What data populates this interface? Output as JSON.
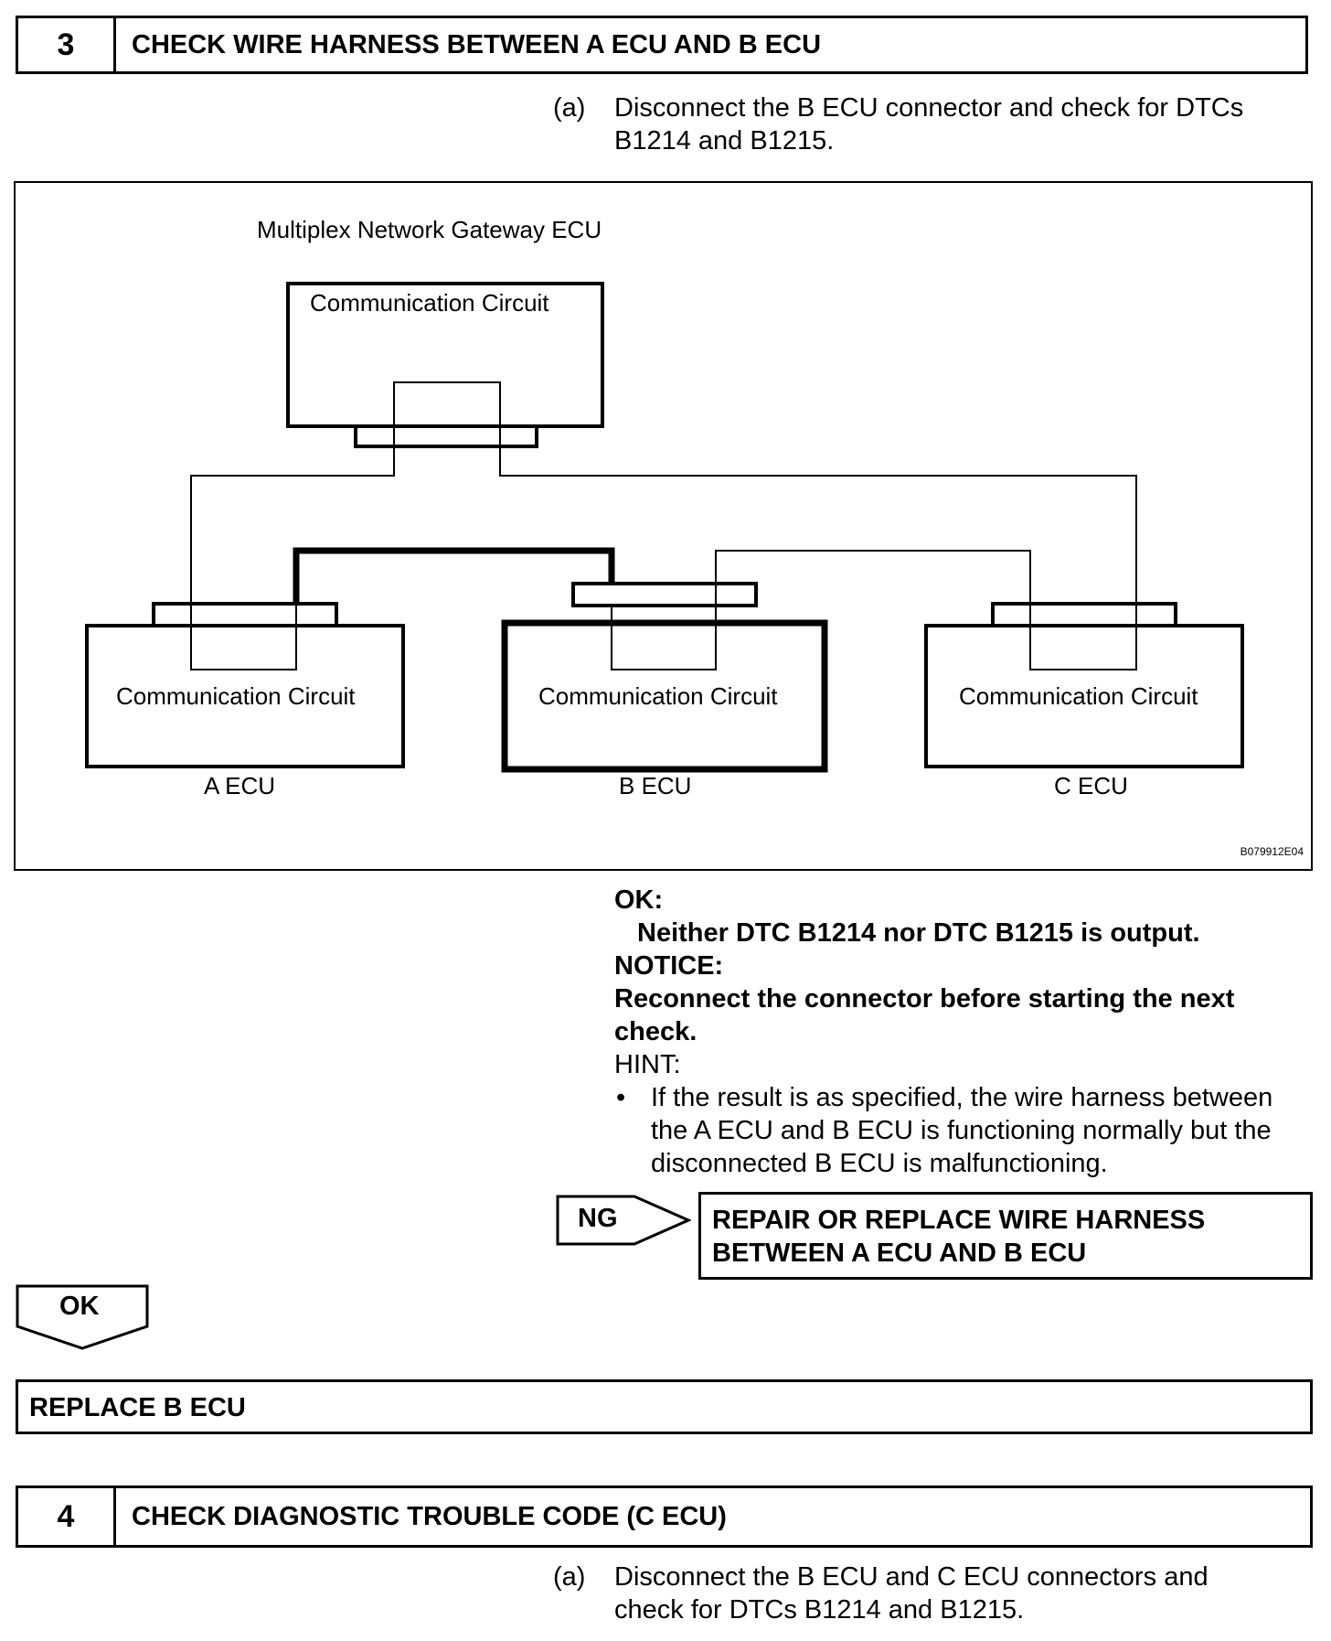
{
  "step3": {
    "number": "3",
    "title": "CHECK WIRE HARNESS BETWEEN A ECU AND B ECU",
    "instruction_marker": "(a)",
    "instruction_line1": "Disconnect the B ECU connector and check for DTCs",
    "instruction_line2": "B1214 and B1215."
  },
  "diagram": {
    "gateway_label": "Multiplex Network Gateway ECU",
    "gateway_circuit": "Communication Circuit",
    "ecus": [
      {
        "circuit": "Communication Circuit",
        "name": "A ECU"
      },
      {
        "circuit": "Communication Circuit",
        "name": "B ECU"
      },
      {
        "circuit": "Communication Circuit",
        "name": "C ECU"
      }
    ],
    "figure_code": "B079912E04"
  },
  "result": {
    "ok_label": "OK:",
    "ok_text": "Neither DTC B1214 nor DTC B1215 is output.",
    "notice_label": "NOTICE:",
    "notice_line1": "Reconnect the connector before starting the next",
    "notice_line2": "check.",
    "hint_label": "HINT:",
    "hint_bullet": "•",
    "hint_line1": "If the result is as specified, the wire harness between",
    "hint_line2": "the A ECU and B ECU is functioning normally but the",
    "hint_line3": "disconnected B ECU is malfunctioning."
  },
  "ng": {
    "label": "NG",
    "action_line1": "REPAIR OR REPLACE WIRE HARNESS",
    "action_line2": "BETWEEN A ECU AND B ECU"
  },
  "ok_flow": {
    "label": "OK",
    "action": "REPLACE B ECU"
  },
  "step4": {
    "number": "4",
    "title": "CHECK DIAGNOSTIC TROUBLE CODE (C ECU)",
    "instruction_marker": "(a)",
    "instruction_line1": "Disconnect the B ECU and C ECU connectors and",
    "instruction_line2": "check for DTCs B1214 and B1215."
  }
}
